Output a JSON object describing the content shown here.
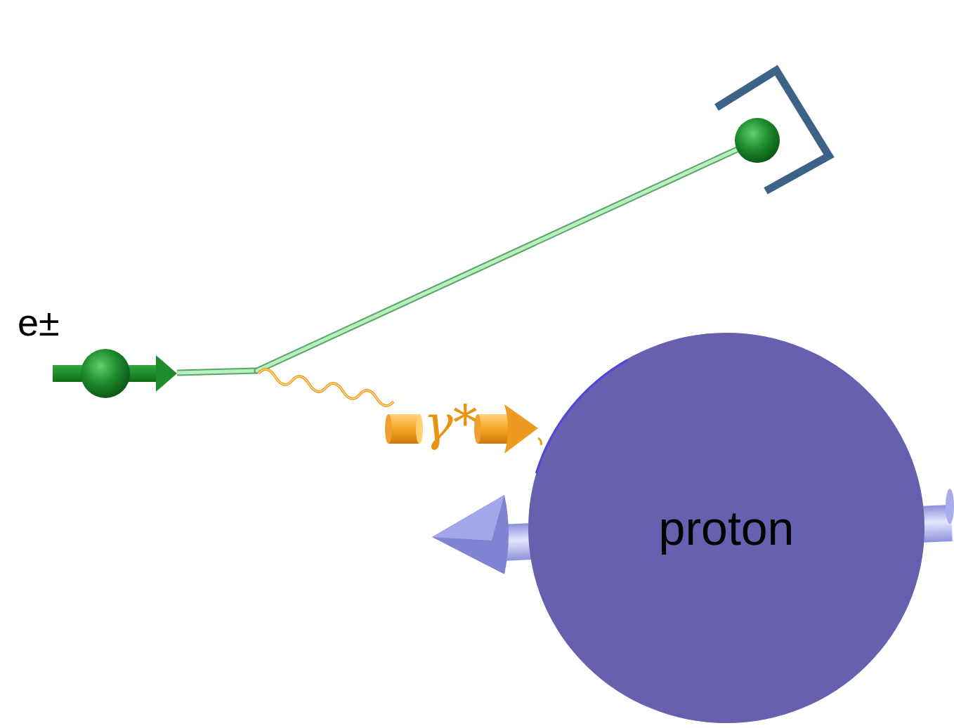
{
  "diagram": {
    "nodes": [
      {
        "text": [
          "proton"
        ]
      }
    ],
    "edges": [],
    "labels": [
      "e±",
      "γ*"
    ]
  }
}
